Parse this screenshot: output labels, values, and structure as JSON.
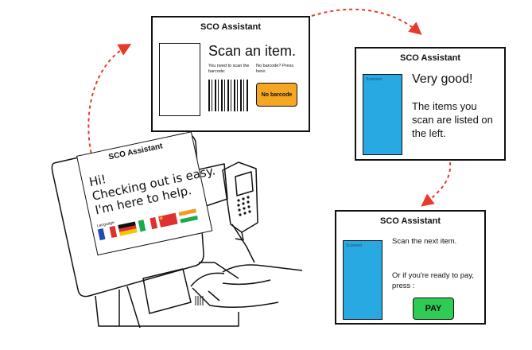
{
  "panel_scan": {
    "title": "SCO Assistant",
    "headline": "Scan an item.",
    "hint_scan": "You need to scan the barcode:",
    "hint_nobarcode": "No barcode? Press here:",
    "button": "No barcode",
    "button_color": "#f5a623"
  },
  "panel_good": {
    "title": "SCO Assistant",
    "sidebar_label": "Scanned",
    "headline": "Very good!",
    "body": "The items you scan are listed on the left."
  },
  "panel_next": {
    "title": "SCO Assistant",
    "sidebar_label": "Scanned",
    "line1": "Scan the next item.",
    "line2": "Or if you're ready to pay, press :",
    "button": "PAY",
    "button_color": "#2ecc55"
  },
  "kiosk": {
    "title": "SCO Assistant",
    "greeting_1": "Hi!",
    "greeting_2": "Checking out is easy.",
    "greeting_3": "I'm here to help.",
    "language_label": "Language"
  },
  "arrow_color": "#e8392a",
  "sidebar_color": "#29a9e1"
}
